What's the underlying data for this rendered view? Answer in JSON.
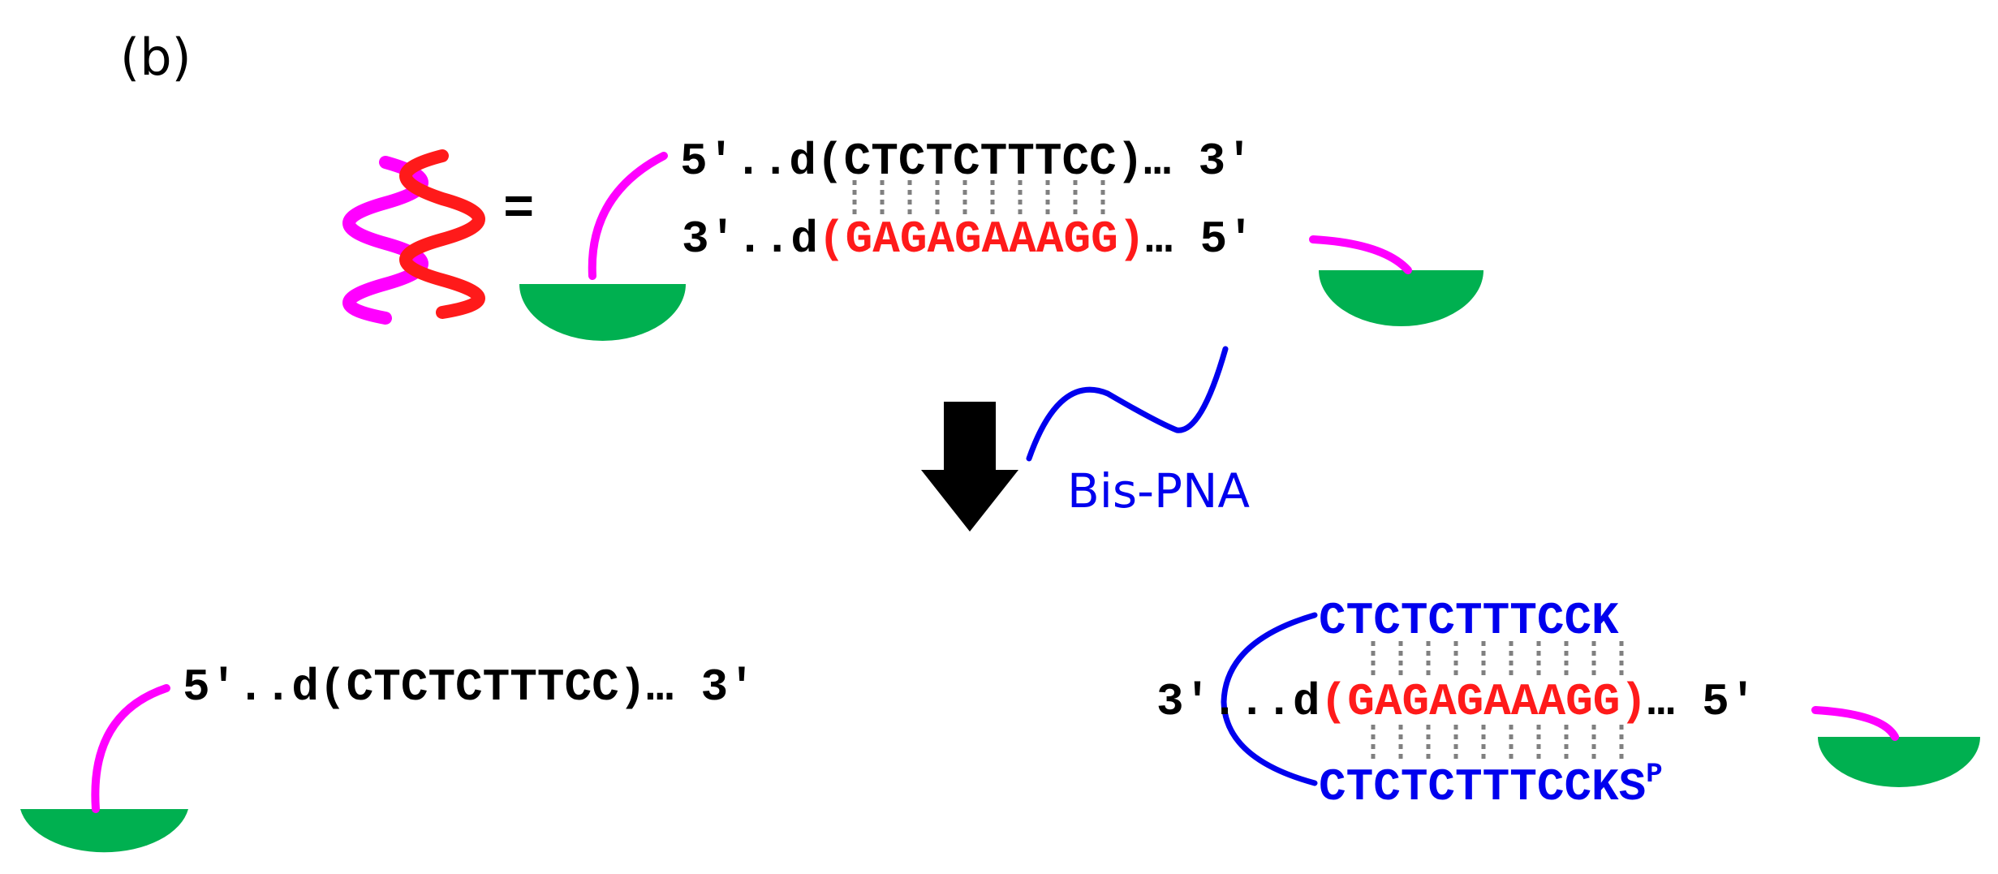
{
  "panel_label": "(b)",
  "colors": {
    "black": "#000000",
    "red": "#ff1a1a",
    "blue": "#0000ee",
    "magenta": "#ff00ff",
    "green": "#00b050",
    "gray": "#808080"
  },
  "icons": {
    "helix": "dna-double-helix-icon",
    "bead": "solid-support-bead-icon",
    "arrow": "down-arrow-icon",
    "pna": "bis-pna-strand-icon"
  },
  "top": {
    "equals": "=",
    "upper_prefix": "5′..d",
    "upper_seq": "(CTCTCTTTCC)",
    "upper_suffix": "… 3′",
    "lower_prefix": "3′..d",
    "lower_seq": "(GAGAGAAAGG)",
    "lower_suffix": "… 5′"
  },
  "reagent_label": "Bis-PNA",
  "bottom_left": {
    "prefix": "5′..d",
    "seq": "(CTCTCTTTCC)",
    "suffix": "… 3′"
  },
  "bottom_right": {
    "pna_top": "CTCTCTTTCCK",
    "dna_prefix": "3′...d",
    "dna_seq": "(GAGAGAAAGG)",
    "dna_suffix": "… 5′",
    "pna_bottom": "CTCTCTTTCCKS",
    "pna_bottom_sup": "P"
  }
}
